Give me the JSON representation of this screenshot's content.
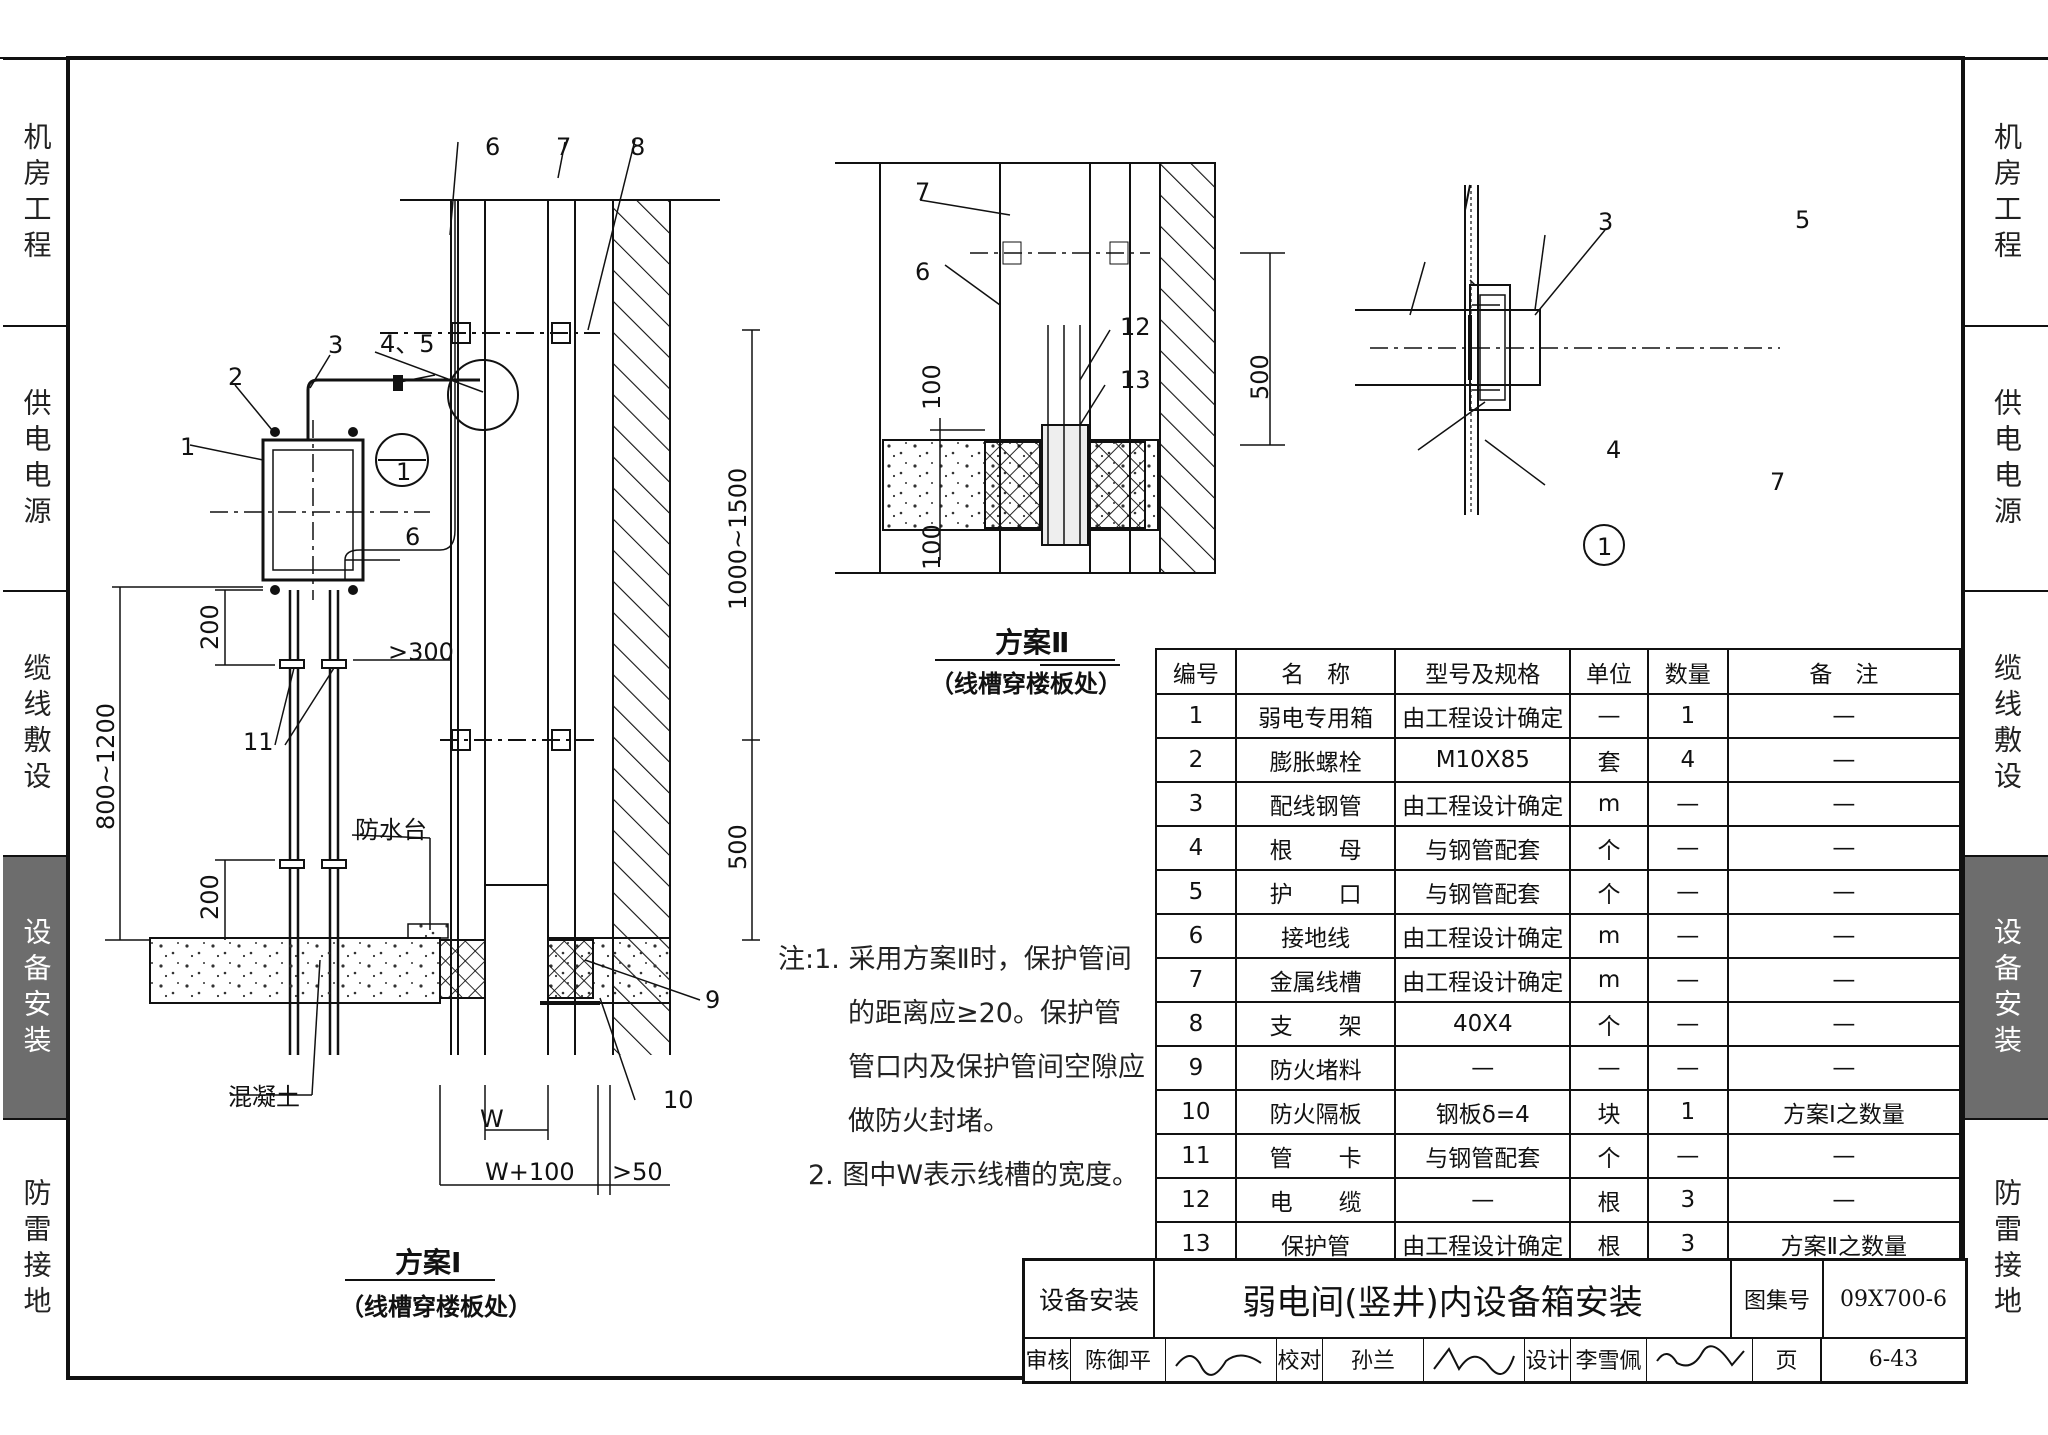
{
  "side_tabs": [
    {
      "label": "机房工程",
      "active": false
    },
    {
      "label": "供电电源",
      "active": false
    },
    {
      "label": "缆线敷设",
      "active": false
    },
    {
      "label": "设备安装",
      "active": true
    },
    {
      "label": "防雷接地",
      "active": false
    }
  ],
  "scheme1": {
    "title": "方案Ⅰ",
    "subtitle": "（线槽穿楼板处）"
  },
  "scheme2": {
    "title": "方案Ⅱ",
    "subtitle": "（线槽穿楼板处）"
  },
  "labels": {
    "n1": "1",
    "n2": "2",
    "n3": "3",
    "n45": "4、5",
    "n6": "6",
    "n7": "7",
    "n8": "8",
    "n9": "9",
    "n10": "10",
    "n11": "11",
    "n12": "12",
    "n13": "13",
    "n4": "4",
    "n5": "5",
    "d200": "200",
    "d800": "800~1200",
    "d300": ">300",
    "d1000": "1000~1500",
    "d500": "500",
    "dW": "W",
    "dW100": "W+100",
    "d50": ">50",
    "d100": "100",
    "waterproof": "防水台",
    "concrete": "混凝土",
    "detail_no": "1",
    "detail_ref_top": "1",
    "detail_ref_bottom": "—"
  },
  "notes": [
    "注:1. 采用方案Ⅱ时，保护管间",
    "的距离应≥20。保护管",
    "管口内及保护管间空隙应",
    "做防火封堵。",
    "2. 图中W表示线槽的宽度。"
  ],
  "parts_table": {
    "headers": [
      "编号",
      "名　称",
      "型号及规格",
      "单位",
      "数量",
      "备　注"
    ],
    "rows": [
      [
        "1",
        "弱电专用箱",
        "由工程设计确定",
        "—",
        "1",
        "—"
      ],
      [
        "2",
        "膨胀螺栓",
        "M10X85",
        "套",
        "4",
        "—"
      ],
      [
        "3",
        "配线钢管",
        "由工程设计确定",
        "m",
        "—",
        "—"
      ],
      [
        "4",
        "根　　母",
        "与钢管配套",
        "个",
        "—",
        "—"
      ],
      [
        "5",
        "护　　口",
        "与钢管配套",
        "个",
        "—",
        "—"
      ],
      [
        "6",
        "接地线",
        "由工程设计确定",
        "m",
        "—",
        "—"
      ],
      [
        "7",
        "金属线槽",
        "由工程设计确定",
        "m",
        "—",
        "—"
      ],
      [
        "8",
        "支　　架",
        "40X4",
        "个",
        "—",
        "—"
      ],
      [
        "9",
        "防火堵料",
        "—",
        "—",
        "—",
        "—"
      ],
      [
        "10",
        "防火隔板",
        "钢板δ=4",
        "块",
        "1",
        "方案Ⅰ之数量"
      ],
      [
        "11",
        "管　　卡",
        "与钢管配套",
        "个",
        "—",
        "—"
      ],
      [
        "12",
        "电　　缆",
        "—",
        "根",
        "3",
        "—"
      ],
      [
        "13",
        "保护管",
        "由工程设计确定",
        "根",
        "3",
        "方案Ⅱ之数量"
      ]
    ]
  },
  "title_block": {
    "category": "设备安装",
    "title": "弱电间(竖井)内设备箱安装",
    "atlas_label": "图集号",
    "atlas_no": "09X700-6",
    "review_label": "审核",
    "reviewer": "陈御平",
    "check_label": "校对",
    "checker": "孙兰",
    "design_label": "设计",
    "designer": "李雪佩",
    "page_label": "页",
    "page_no": "6-43"
  }
}
